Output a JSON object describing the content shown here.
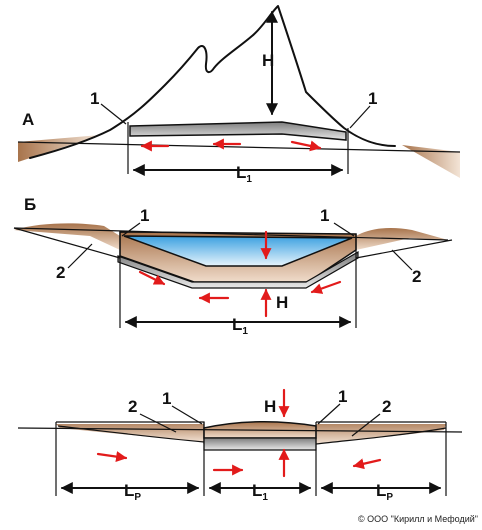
{
  "panels": {
    "a": {
      "letter": "А",
      "label_left": "1",
      "label_right": "1",
      "dim_height": "Н",
      "dim_length": "L",
      "dim_length_sub": "1"
    },
    "b": {
      "letter": "Б",
      "label_1_left": "1",
      "label_1_right": "1",
      "label_2_left": "2",
      "label_2_right": "2",
      "dim_height": "Н",
      "dim_length": "L",
      "dim_length_sub": "1"
    },
    "c": {
      "label_1_left": "1",
      "label_1_right": "1",
      "label_2_left": "2",
      "label_2_right": "2",
      "dim_height": "Н",
      "dim_length": "L",
      "dim_length_sub": "1",
      "dim_side": "L",
      "dim_side_sub": "P"
    }
  },
  "copyright": "© ООО \"Кирилл и Мефодий\"",
  "colors": {
    "soil": "#b8845c",
    "tunnel": "#9a9a9a",
    "water": "#8ccbee",
    "arrow": "#e21b1b"
  }
}
